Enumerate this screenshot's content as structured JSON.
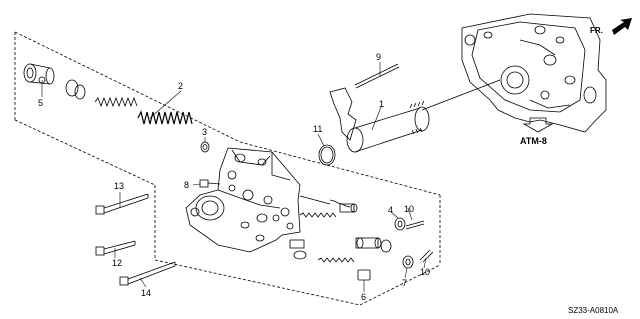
{
  "diagram": {
    "direction_label": "FR.",
    "reference_label": "ATM-8",
    "drawing_code": "SZ33-A0810A",
    "callouts": {
      "c1": "1",
      "c2": "2",
      "c3": "3",
      "c4": "4",
      "c5": "5",
      "c6": "6",
      "c7": "7",
      "c8": "8",
      "c9": "9",
      "c10a": "10",
      "c10b": "10",
      "c11": "11",
      "c12": "12",
      "c13": "13",
      "c14": "14"
    }
  },
  "colors": {
    "ink": "#000000",
    "background": "#ffffff"
  }
}
